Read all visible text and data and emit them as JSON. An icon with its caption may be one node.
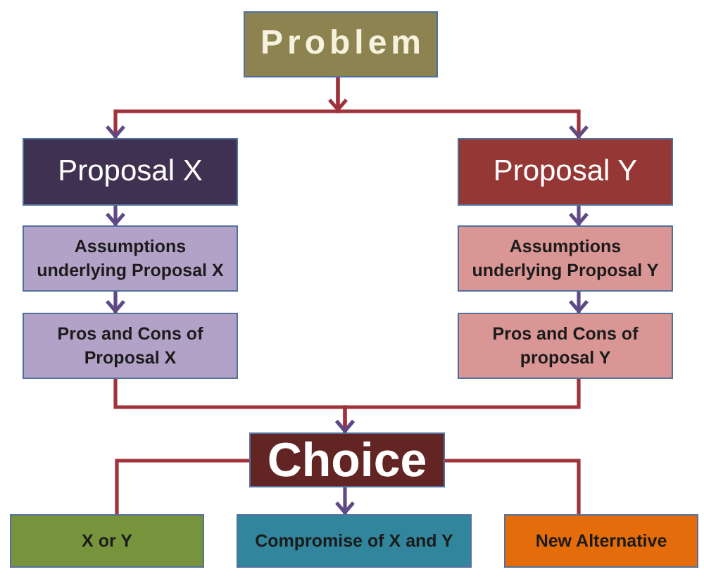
{
  "diagram": {
    "nodes": [
      {
        "text": [
          "Problem"
        ]
      },
      {
        "text": [
          "Proposal X"
        ]
      },
      {
        "text": [
          "Proposal Y"
        ]
      },
      {
        "text": [
          "Assumptions underlying Proposal X"
        ]
      },
      {
        "text": [
          "Assumptions underlying Proposal Y"
        ]
      },
      {
        "text": [
          "Pros and Cons of Proposal X"
        ]
      },
      {
        "text": [
          "Pros and Cons of proposal Y"
        ]
      },
      {
        "text": [
          "Choice"
        ]
      },
      {
        "text": [
          "X or Y"
        ]
      },
      {
        "text": [
          "Compromise of X and Y"
        ]
      },
      {
        "text": [
          "New Alternative"
        ]
      }
    ],
    "edges": [
      {
        "from": 0,
        "to": 1,
        "arrow": "to",
        "color": "#a0323a"
      },
      {
        "from": 0,
        "to": 2,
        "arrow": "to",
        "color": "#a0323a"
      },
      {
        "from": 1,
        "to": 3,
        "arrow": "to"
      },
      {
        "from": 2,
        "to": 4,
        "arrow": "to"
      },
      {
        "from": 3,
        "to": 5,
        "arrow": "to"
      },
      {
        "from": 4,
        "to": 6,
        "arrow": "to"
      },
      {
        "from": 5,
        "to": 7,
        "arrow": "to",
        "color": "#a0323a"
      },
      {
        "from": 6,
        "to": 7,
        "arrow": "to",
        "color": "#a0323a"
      },
      {
        "from": 7,
        "to": 8,
        "arrow": "none",
        "color": "#a0323a"
      },
      {
        "from": 7,
        "to": 9,
        "arrow": "to"
      },
      {
        "from": 7,
        "to": 10,
        "arrow": "none",
        "color": "#a0323a"
      }
    ]
  }
}
